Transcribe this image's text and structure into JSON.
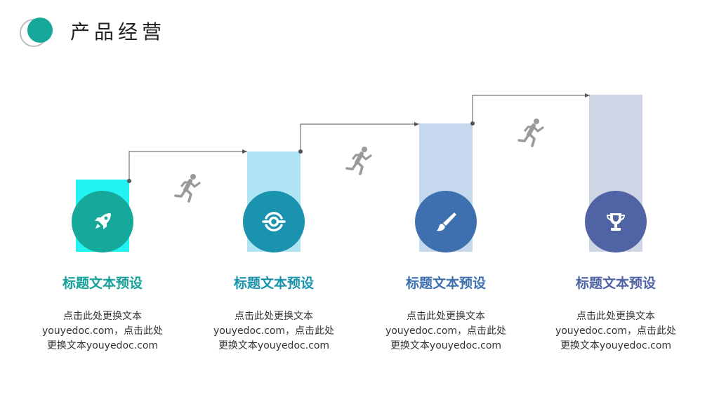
{
  "header": {
    "title": "产品经营"
  },
  "steps": [
    {
      "title": "标题文本预设",
      "desc_line1": "点击此处更换文本",
      "desc_line2": "youyedoc.com，点击此处",
      "desc_line3": "更换文本youyedoc.com",
      "icon": "rocket-icon",
      "bar_color": "#22f2f2",
      "circle_color": "#16a89a",
      "title_color": "#16a09a"
    },
    {
      "title": "标题文本预设",
      "desc_line1": "点击此处更换文本",
      "desc_line2": "youyedoc.com，点击此处",
      "desc_line3": "更换文本youyedoc.com",
      "icon": "target-icon",
      "bar_color": "#aee4f4",
      "circle_color": "#1a93ae",
      "title_color": "#1a93ae"
    },
    {
      "title": "标题文本预设",
      "desc_line1": "点击此处更换文本",
      "desc_line2": "youyedoc.com，点击此处",
      "desc_line3": "更换文本youyedoc.com",
      "icon": "brush-icon",
      "bar_color": "#c5d8ee",
      "circle_color": "#3e70b0",
      "title_color": "#3e70b0"
    },
    {
      "title": "标题文本预设",
      "desc_line1": "点击此处更换文本",
      "desc_line2": "youyedoc.com，点击此处",
      "desc_line3": "更换文本youyedoc.com",
      "icon": "trophy-icon",
      "bar_color": "#ced5e4",
      "circle_color": "#4f63a5",
      "title_color": "#4f63a5"
    }
  ],
  "runner_icon": "running-person-icon",
  "colors": {
    "connector": "#555555",
    "runner": "#9a9a9a"
  }
}
